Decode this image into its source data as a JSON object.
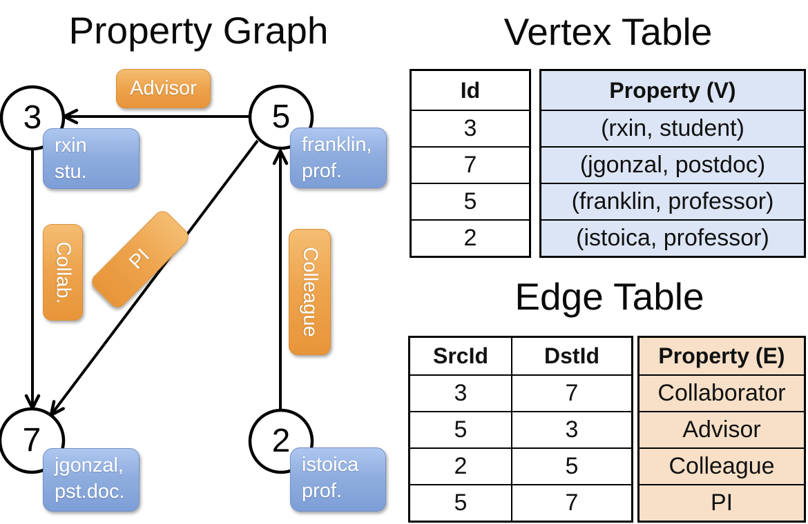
{
  "graph": {
    "title": "Property Graph",
    "nodes": [
      {
        "id": "3",
        "line1": "rxin",
        "line2": "stu."
      },
      {
        "id": "5",
        "line1": "franklin,",
        "line2": "prof."
      },
      {
        "id": "7",
        "line1": "jgonzal,",
        "line2": "pst.doc."
      },
      {
        "id": "2",
        "line1": "istoica",
        "line2": "prof."
      }
    ],
    "edge_labels": {
      "advisor": "Advisor",
      "collab": "Collab.",
      "pi": "PI",
      "colleague": "Colleague"
    }
  },
  "vertex_table": {
    "title": "Vertex Table",
    "columns": [
      "Id",
      "Property (V)"
    ],
    "rows": [
      [
        "3",
        "(rxin, student)"
      ],
      [
        "7",
        "(jgonzal, postdoc)"
      ],
      [
        "5",
        "(franklin, professor)"
      ],
      [
        "2",
        "(istoica, professor)"
      ]
    ]
  },
  "edge_table": {
    "title": "Edge Table",
    "columns": [
      "SrcId",
      "DstId",
      "Property (E)"
    ],
    "rows": [
      [
        "3",
        "7",
        "Collaborator"
      ],
      [
        "5",
        "3",
        "Advisor"
      ],
      [
        "2",
        "5",
        "Colleague"
      ],
      [
        "5",
        "7",
        "PI"
      ]
    ]
  },
  "colors": {
    "edge_label_orange": "#eda34c",
    "vertex_label_blue": "#8fadde",
    "vertex_property_bg": "#dce5f5",
    "edge_property_bg": "#f7e0c7",
    "line_black": "#000000"
  }
}
